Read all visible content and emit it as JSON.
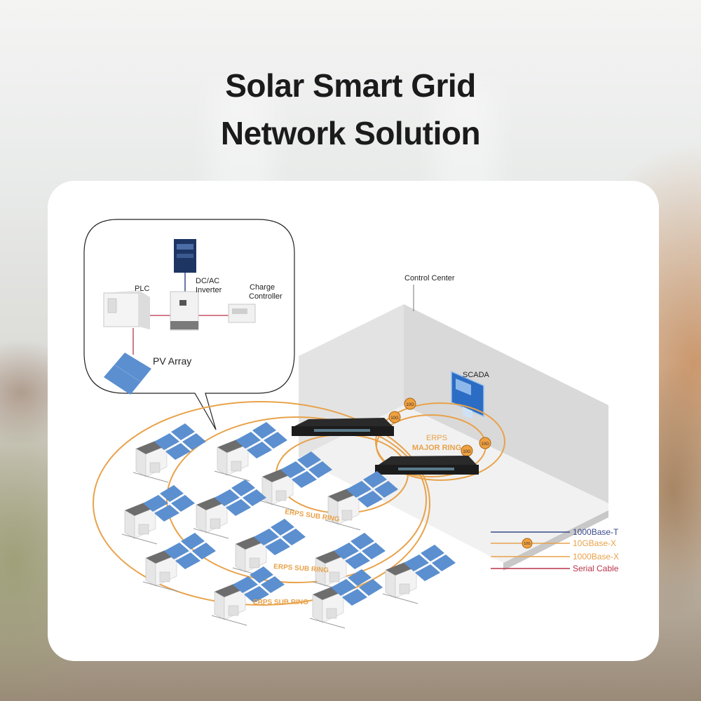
{
  "title": {
    "line1": "Solar Smart Grid",
    "line2": "Network Solution"
  },
  "callout": {
    "plc": "PLC",
    "inverter_line1": "DC/AC",
    "inverter_line2": "Inverter",
    "charge_line1": "Charge",
    "charge_line2": "Controller",
    "pv_array": "PV Array"
  },
  "control_center": {
    "label": "Control Center",
    "scada": "SCADA"
  },
  "rings": {
    "major_line1": "ERPS",
    "major_line2": "MAJOR RING",
    "sub1": "ERPS SUB RING",
    "sub2": "ERPS SUB RING",
    "sub3": "ERPS SUB RING",
    "badge": "10G"
  },
  "legend": {
    "items": [
      {
        "label": "1000Base-T",
        "color": "#3a4a8a",
        "badge": ""
      },
      {
        "label": "10GBase-X",
        "color": "#e8a24a",
        "badge": "10G"
      },
      {
        "label": "1000Base-X",
        "color": "#e8a24a",
        "badge": ""
      },
      {
        "label": "Serial Cable",
        "color": "#b8334a",
        "badge": ""
      }
    ]
  },
  "colors": {
    "ring": "#e8a24a",
    "badge_fill": "#f0a040",
    "panel": "#5b8fd0",
    "serial": "#b8334a",
    "ethernet": "#3a4a8a"
  }
}
